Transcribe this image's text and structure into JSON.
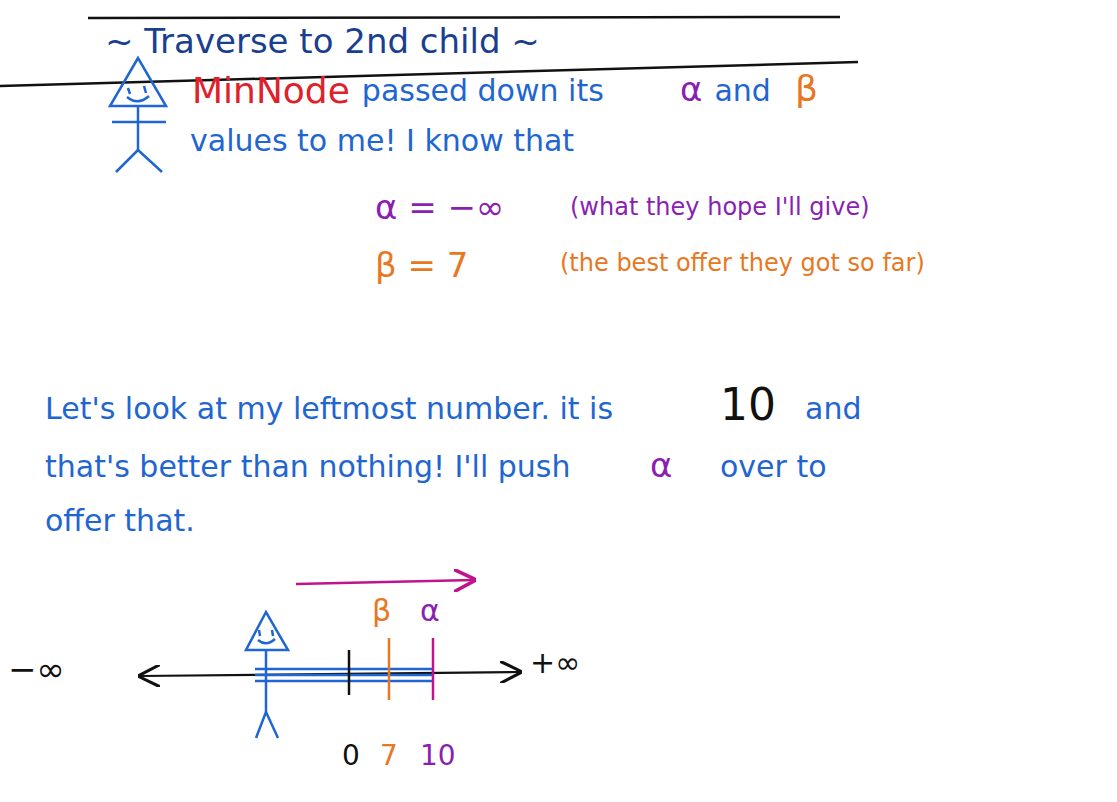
{
  "diagram": {
    "title": "~ Traverse to 2nd child ~",
    "labels": [
      "MinNode",
      "passed down its",
      "α",
      "and",
      "β",
      "values to me! I know that",
      "α = −∞",
      "(what they hope I'll give)",
      "β = 7",
      "(the best offer they got so far)",
      "Let's look at my leftmost number. it is",
      "10",
      "and",
      "that's better than nothing! I'll push",
      "α",
      "over to",
      "offer that.",
      "β",
      "α",
      "−∞",
      "+∞",
      "0",
      "7",
      "10"
    ]
  }
}
